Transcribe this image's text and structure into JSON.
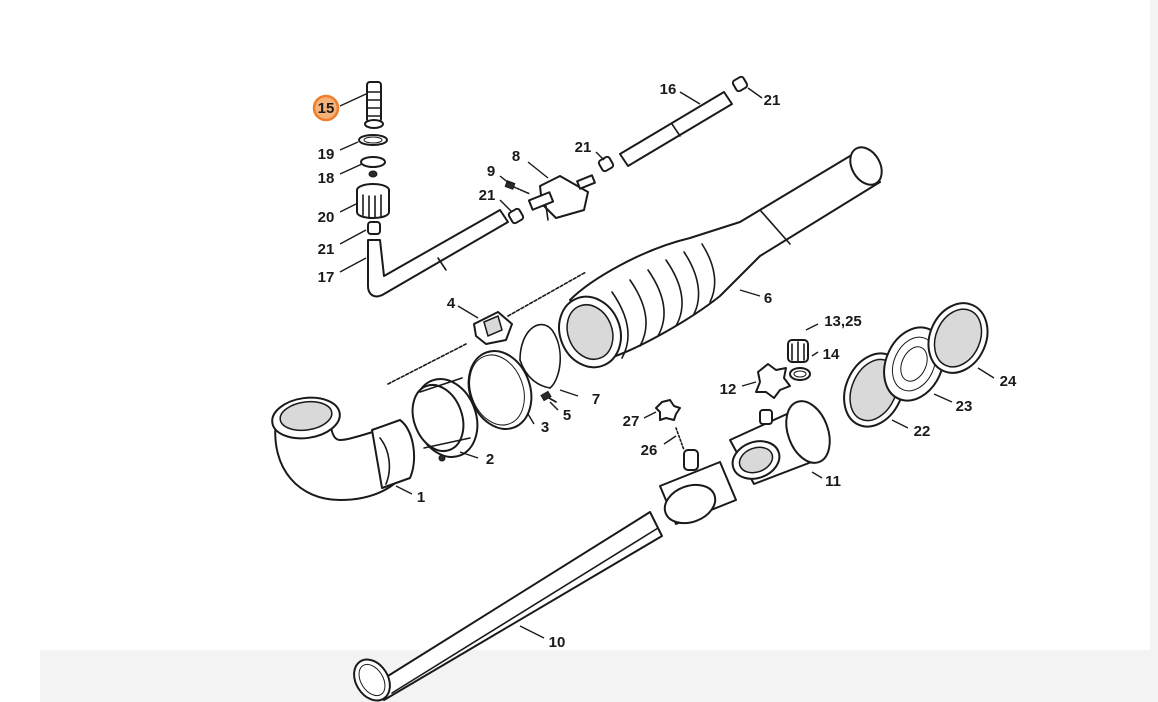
{
  "diagram": {
    "highlight_color": "#f07d2b",
    "highlighted_part": "15",
    "callouts": [
      {
        "id": "1",
        "text": "1"
      },
      {
        "id": "2",
        "text": "2"
      },
      {
        "id": "3",
        "text": "3"
      },
      {
        "id": "4",
        "text": "4"
      },
      {
        "id": "5",
        "text": "5"
      },
      {
        "id": "6",
        "text": "6"
      },
      {
        "id": "7",
        "text": "7"
      },
      {
        "id": "8",
        "text": "8"
      },
      {
        "id": "9",
        "text": "9"
      },
      {
        "id": "10",
        "text": "10"
      },
      {
        "id": "11",
        "text": "11"
      },
      {
        "id": "12",
        "text": "12"
      },
      {
        "id": "13",
        "text": "13,25"
      },
      {
        "id": "14",
        "text": "14"
      },
      {
        "id": "15",
        "text": "15"
      },
      {
        "id": "16",
        "text": "16"
      },
      {
        "id": "17",
        "text": "17"
      },
      {
        "id": "18",
        "text": "18"
      },
      {
        "id": "19",
        "text": "19"
      },
      {
        "id": "20",
        "text": "20"
      },
      {
        "id": "21a",
        "text": "21"
      },
      {
        "id": "21b",
        "text": "21"
      },
      {
        "id": "21c",
        "text": "21"
      },
      {
        "id": "21d",
        "text": "21"
      },
      {
        "id": "22",
        "text": "22"
      },
      {
        "id": "23",
        "text": "23"
      },
      {
        "id": "24",
        "text": "24"
      },
      {
        "id": "26",
        "text": "26"
      },
      {
        "id": "27",
        "text": "27"
      }
    ]
  }
}
